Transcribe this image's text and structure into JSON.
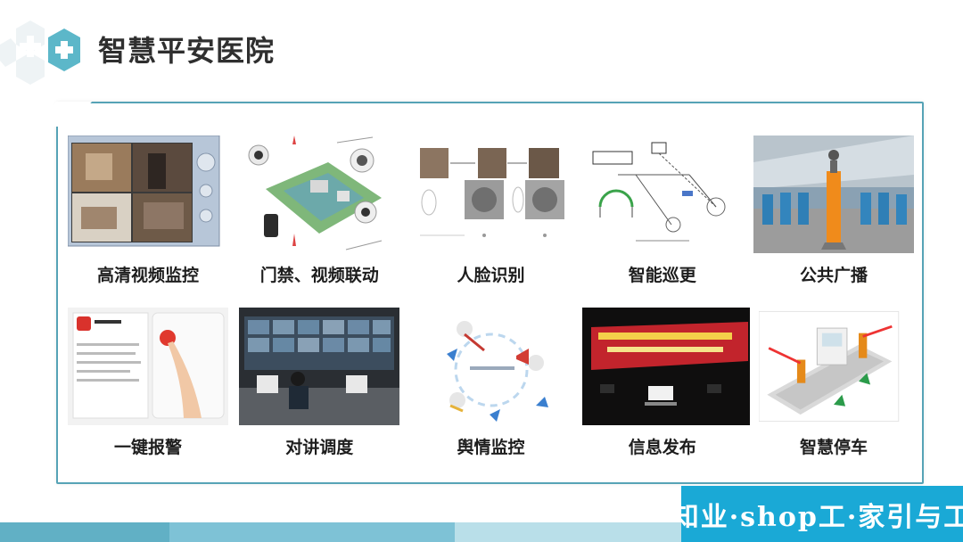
{
  "header": {
    "title": "智慧平安医院"
  },
  "theme": {
    "accent": "#56a3b6",
    "logo_color": "#5cb7c9",
    "watermark_bg": "#1aa9d6"
  },
  "tiles": [
    {
      "label": "高清视频监控",
      "icon": "cctv-monitor-image"
    },
    {
      "label": "门禁、视频联动",
      "icon": "access-control-diagram"
    },
    {
      "label": "人脸识别",
      "icon": "face-recognition-diagram"
    },
    {
      "label": "智能巡更",
      "icon": "patrol-diagram"
    },
    {
      "label": "公共广播",
      "icon": "public-broadcast-photo"
    },
    {
      "label": "一键报警",
      "icon": "panic-button-image"
    },
    {
      "label": "对讲调度",
      "icon": "control-room-photo"
    },
    {
      "label": "舆情监控",
      "icon": "public-opinion-diagram"
    },
    {
      "label": "信息发布",
      "icon": "led-screen-photo"
    },
    {
      "label": "智慧停车",
      "icon": "parking-gate-image"
    }
  ],
  "watermark": {
    "text": "知业·shop工·家引与工"
  }
}
